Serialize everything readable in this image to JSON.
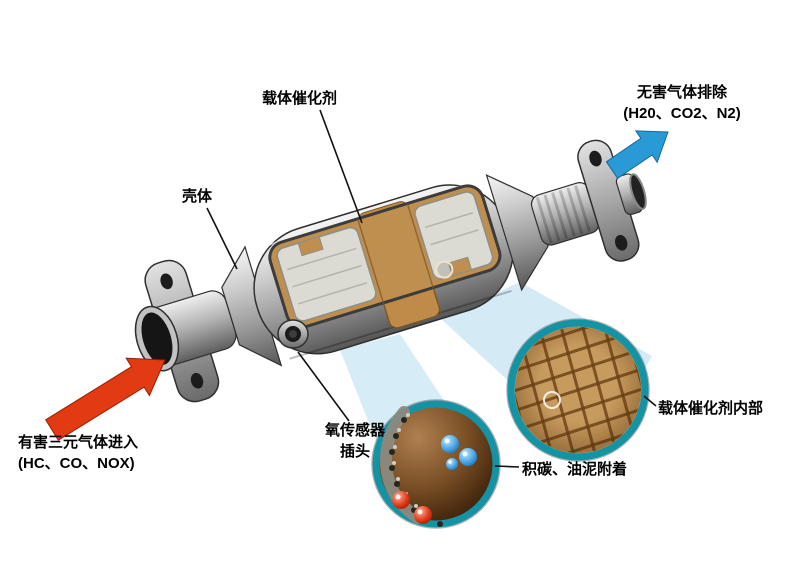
{
  "labels": {
    "carrier_catalyst": "载体催化剂",
    "harmless_gas": "无害气体排除",
    "harmless_gas_formula": "(H20、CO2、N2)",
    "shell": "壳体",
    "harmful_gas": "有害三元气体进入",
    "harmful_gas_formula": "(HC、CO、NOX)",
    "oxygen_sensor": "氧传感器",
    "oxygen_sensor_plug": "插头",
    "carrier_catalyst_inside": "载体催化剂内部",
    "carbon_sludge": "积碳、油泥附着"
  },
  "colors": {
    "inlet_arrow": "#e23a12",
    "outlet_arrow": "#2a9ad6",
    "beam": "#cfe9f5",
    "honeycomb_tan": "#c79a5e",
    "rim_teal": "#1493a5"
  }
}
